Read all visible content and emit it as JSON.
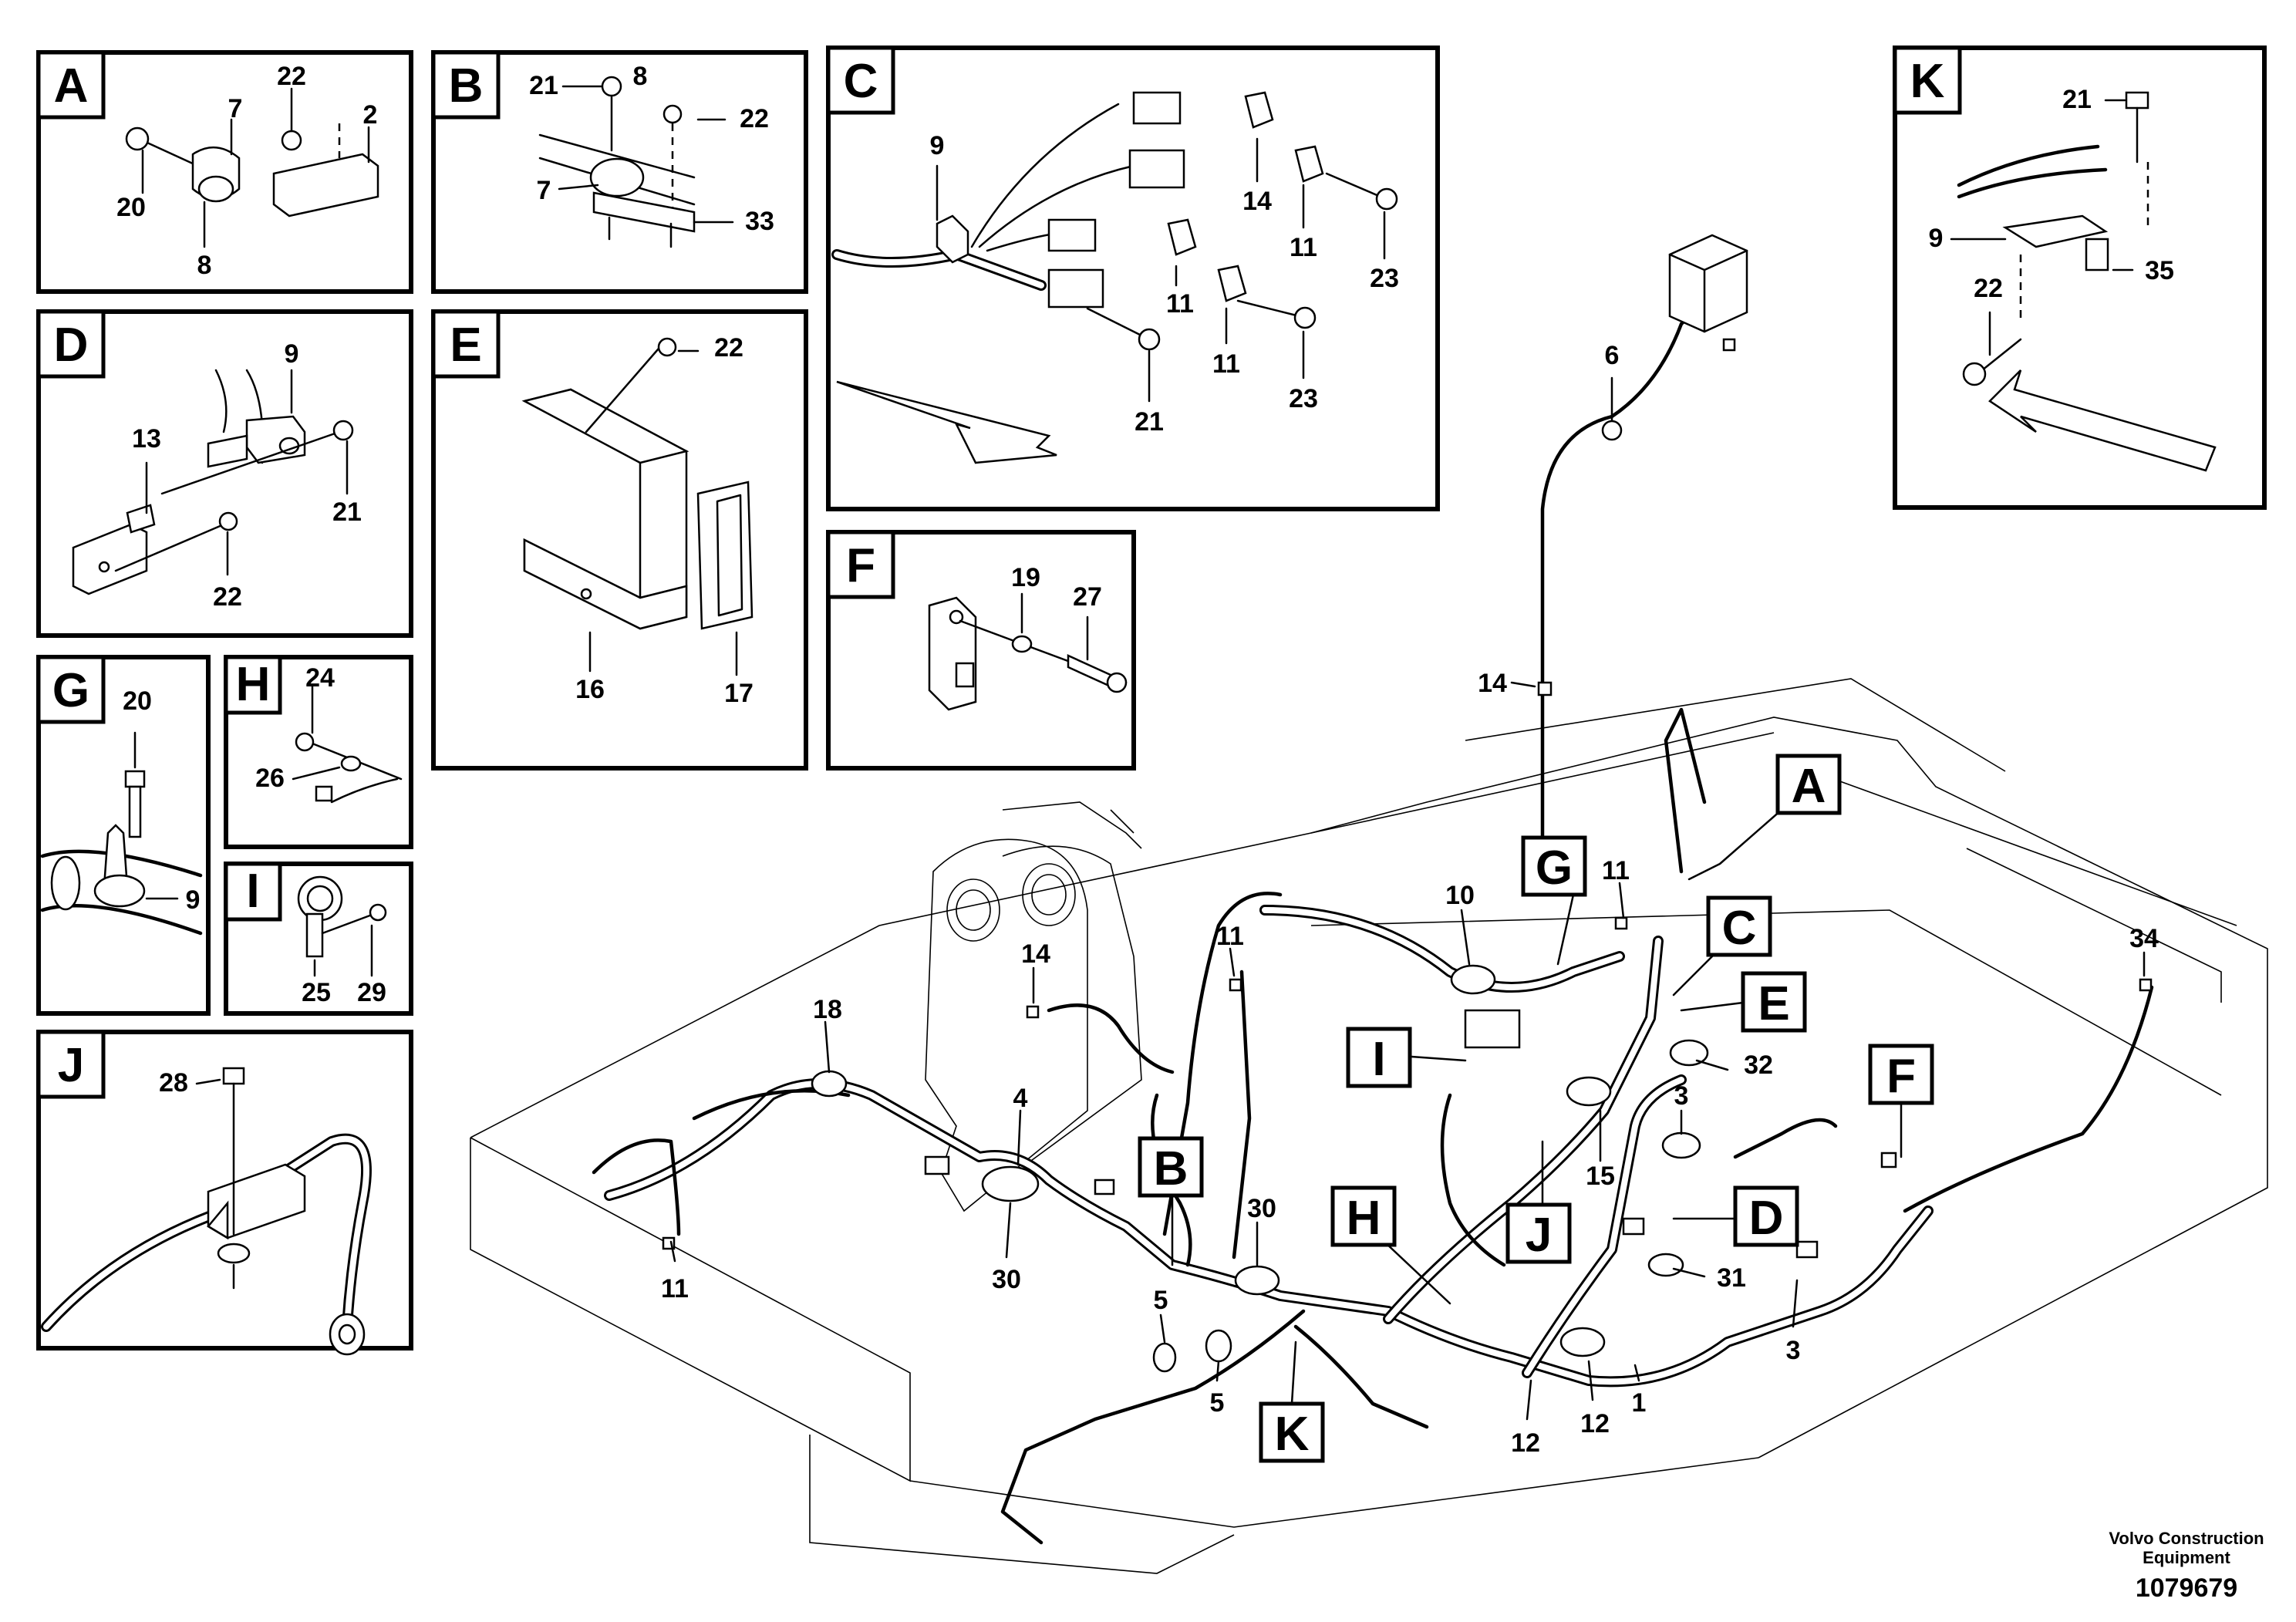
{
  "detail_panels": [
    {
      "letter": "A",
      "parts": [
        "22",
        "7",
        "2",
        "20",
        "8"
      ]
    },
    {
      "letter": "B",
      "parts": [
        "21",
        "8",
        "22",
        "7",
        "33"
      ]
    },
    {
      "letter": "C",
      "parts": [
        "9",
        "14",
        "11",
        "23",
        "11",
        "11",
        "23",
        "21"
      ]
    },
    {
      "letter": "D",
      "parts": [
        "9",
        "13",
        "21",
        "22"
      ]
    },
    {
      "letter": "E",
      "parts": [
        "22",
        "16",
        "17"
      ]
    },
    {
      "letter": "F",
      "parts": [
        "19",
        "27"
      ]
    },
    {
      "letter": "G",
      "parts": [
        "20",
        "9"
      ]
    },
    {
      "letter": "H",
      "parts": [
        "24",
        "26"
      ]
    },
    {
      "letter": "I",
      "parts": [
        "25",
        "29"
      ]
    },
    {
      "letter": "J",
      "parts": [
        "28"
      ]
    },
    {
      "letter": "K",
      "parts": [
        "21",
        "9",
        "35",
        "22"
      ]
    }
  ],
  "main_view": {
    "callout_letters": [
      "A",
      "G",
      "C",
      "E",
      "I",
      "F",
      "B",
      "D",
      "H",
      "J",
      "K"
    ],
    "part_numbers": [
      "6",
      "14",
      "11",
      "10",
      "34",
      "14",
      "11",
      "18",
      "4",
      "32",
      "3",
      "15",
      "11",
      "30",
      "31",
      "3",
      "30",
      "5",
      "5",
      "1",
      "12",
      "12"
    ]
  },
  "footer": {
    "company_line1": "Volvo Construction",
    "company_line2": "Equipment",
    "document_number": "1079679"
  }
}
